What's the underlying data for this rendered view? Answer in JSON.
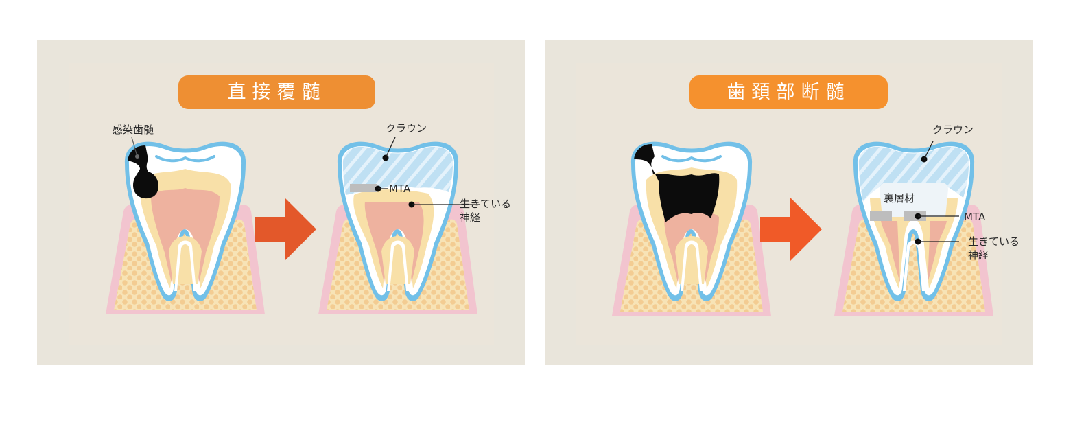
{
  "colors": {
    "panel_bg": "#e9e5db",
    "pill_left": "#ee8f33",
    "pill_right": "#f5912e",
    "arrow_left": "#e3582a",
    "arrow_right": "#f05a28",
    "enamel_outline": "#72c0e8",
    "enamel": "#ffffff",
    "dentin": "#f8e0a8",
    "pulp": "#eeb29f",
    "gum": "#f2c4cf",
    "bone": "#f7e3b6",
    "bone_dots": "#f2c98e",
    "decay": "#0c0c0c",
    "crown_fill": "#bfe0f3",
    "crown_stripe": "#e4f2fb",
    "mta": "#bdbdbd",
    "liner": "#eef4f8"
  },
  "panels": [
    {
      "title": "直接覆髄",
      "before": {
        "labels": {
          "infected_pulp": "感染歯髄"
        }
      },
      "after": {
        "labels": {
          "crown": "クラウン",
          "mta": "MTA",
          "living_nerve_line1": "生きている",
          "living_nerve_line2": "神経"
        }
      }
    },
    {
      "title": "歯頚部断髄",
      "before": {
        "labels": {}
      },
      "after": {
        "labels": {
          "crown": "クラウン",
          "liner": "裏層材",
          "mta": "MTA",
          "living_nerve_line1": "生きている",
          "living_nerve_line2": "神経"
        }
      }
    }
  ],
  "icons": {
    "arrow": "right-arrow-icon"
  }
}
